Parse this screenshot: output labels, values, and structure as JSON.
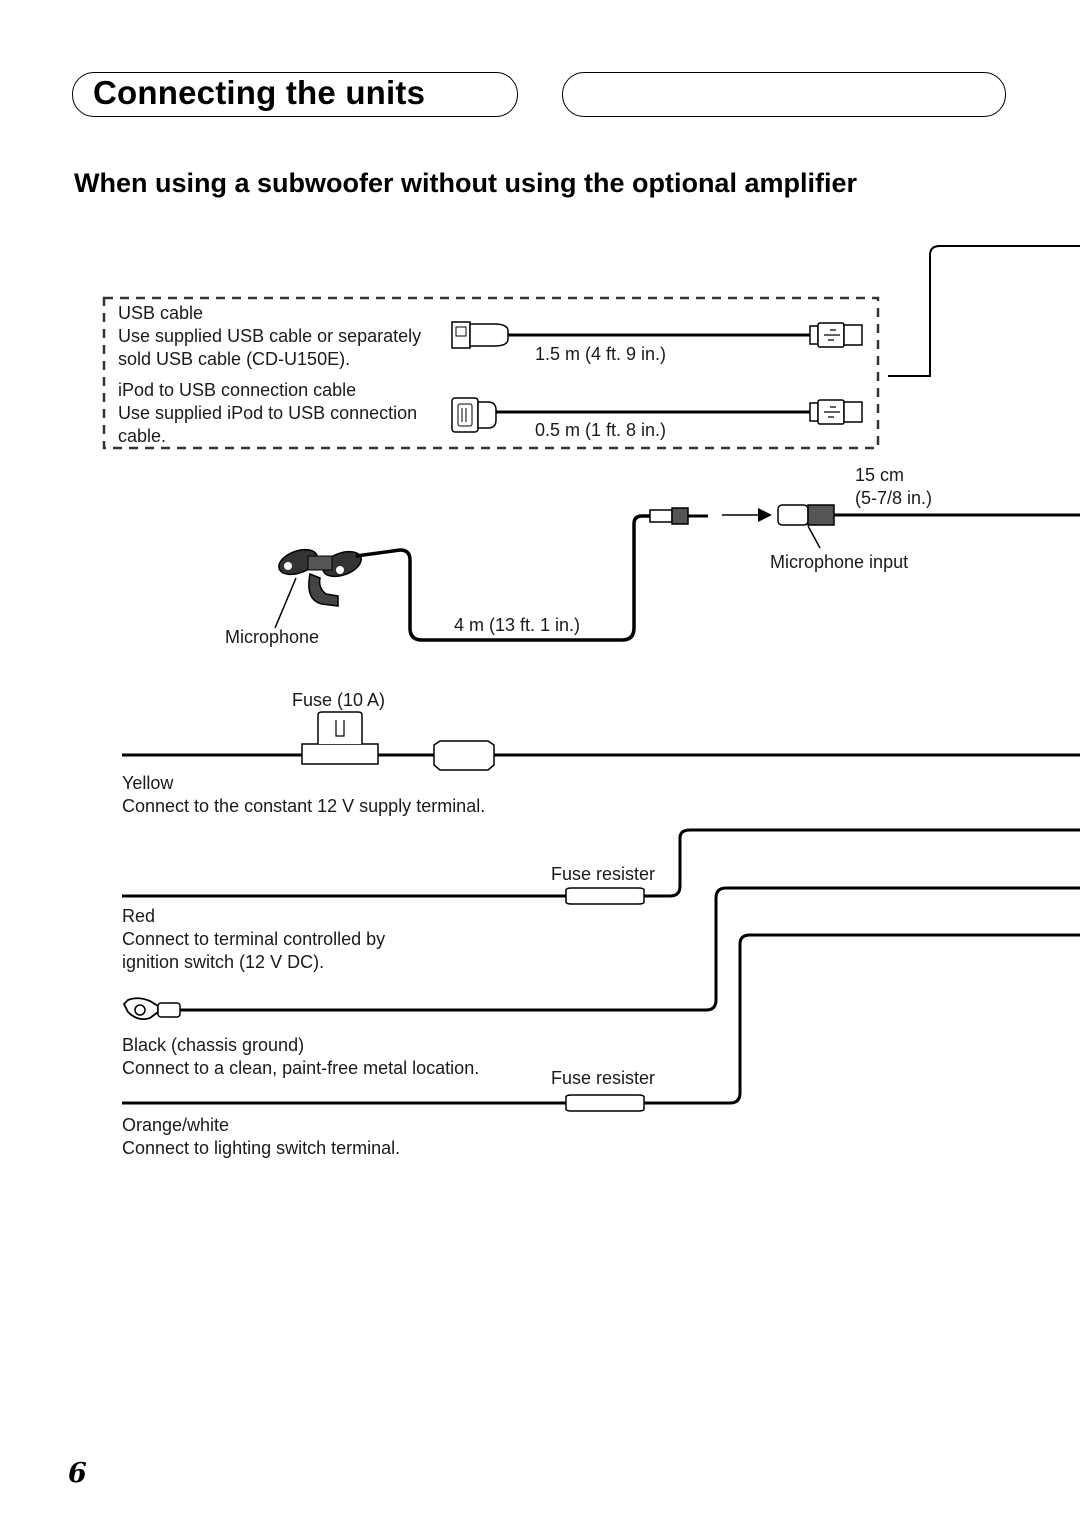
{
  "section_title": "Connecting the units",
  "heading": "When using a subwoofer without using the optional amplifier",
  "usb": {
    "usb_title": "USB cable",
    "usb_desc_1": "Use supplied USB cable or separately",
    "usb_desc_2": "sold USB cable (CD-U150E).",
    "usb_length": "1.5 m (4 ft. 9 in.)",
    "ipod_title": "iPod to USB connection cable",
    "ipod_desc_1": "Use supplied iPod to USB connection",
    "ipod_desc_2": "cable.",
    "ipod_length": "0.5 m (1 ft. 8 in.)"
  },
  "microphone": {
    "label": "Microphone",
    "cable_length": "4 m (13 ft. 1 in.)",
    "input_label": "Microphone input",
    "input_length_1": "15 cm",
    "input_length_2": "(5-7/8 in.)"
  },
  "fuse": {
    "label": "Fuse (10 A)"
  },
  "wires": {
    "yellow_name": "Yellow",
    "yellow_desc": "Connect to the constant 12 V supply terminal.",
    "fuse_resister_1": "Fuse resister",
    "red_name": "Red",
    "red_desc_1": "Connect to terminal controlled by",
    "red_desc_2": "ignition switch (12 V DC).",
    "black_name": "Black (chassis ground)",
    "black_desc": "Connect to a clean, paint-free metal location.",
    "fuse_resister_2": "Fuse resister",
    "orange_name": "Orange/white",
    "orange_desc": "Connect to lighting switch terminal."
  },
  "page_number": "6"
}
